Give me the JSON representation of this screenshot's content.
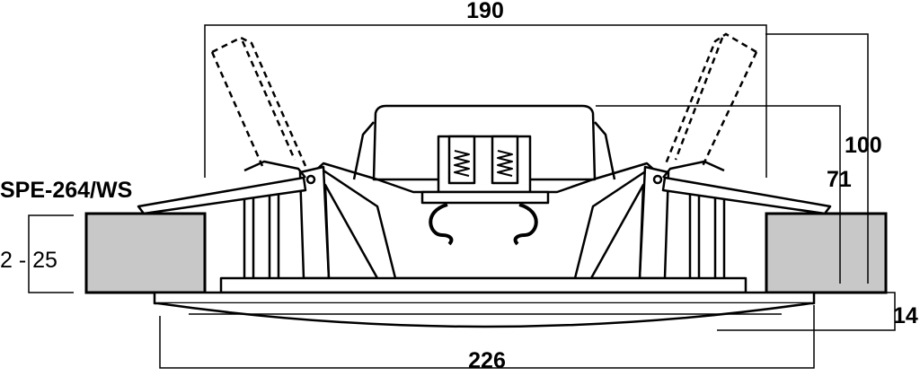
{
  "model_label": "SPE-264/WS",
  "dimensions": {
    "top_width": "190",
    "bottom_width": "226",
    "total_height": "100",
    "body_height": "71",
    "rim_height": "14",
    "ceiling_thickness": "2 - 25"
  },
  "colors": {
    "ink": "#000000",
    "ceiling_fill": "#c8c8c8",
    "background": "#ffffff"
  }
}
